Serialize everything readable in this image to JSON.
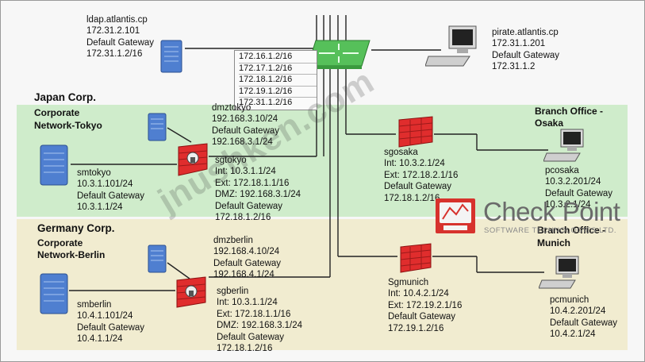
{
  "colors": {
    "tokyo_band": "#cfeccb",
    "berlin_band": "#f1ecd0",
    "router": "#56c05a",
    "firewall": "#e02d2d",
    "server": "#4f7fd0",
    "wire": "#222222",
    "brand_red": "#d7322d"
  },
  "ldap": {
    "name": "ldap.atlantis.cp",
    "ip": "172.31.2.101",
    "gw_label": "Default Gateway",
    "gw": "172.31.1.2/16"
  },
  "pirate": {
    "name": "pirate.atlantis.cp",
    "ip": "172.31.1.201",
    "gw_label": "Default Gateway",
    "gw": "172.31.1.2"
  },
  "routes": [
    "172.16.1.2/16",
    "172.17.1.2/16",
    "172.18.1.2/16",
    "172.19.1.2/16",
    "172.31.1.2/16"
  ],
  "japan": {
    "title": "Japan Corp.",
    "sub1": "Corporate",
    "sub2": "Network-Tokyo"
  },
  "dmztokyo": {
    "name": "dmztokyo",
    "ip": "192.168.3.10/24",
    "gw_label": "Default Gateway",
    "gw": "192.168.3.1/24"
  },
  "smtokyo": {
    "name": "smtokyo",
    "ip": "10.3.1.101/24",
    "gw_label": "Default Gateway",
    "gw": "10.3.1.1/24"
  },
  "sgtokyo": {
    "name": "sgtokyo",
    "int": "Int: 10.3.1.1/24",
    "ext": "Ext: 172.18.1.1/16",
    "dmz": "DMZ: 192.168.3.1/24",
    "gw_label": "Default Gateway",
    "gw": "172.18.1.2/16"
  },
  "osaka": {
    "title1": "Branch Office -",
    "title2": "Osaka"
  },
  "sgosaka": {
    "name": "sgosaka",
    "int": "Int: 10.3.2.1/24",
    "ext": "Ext: 172.18.2.1/16",
    "gw_label": "Default Gateway",
    "gw": "172.18.1.2/16"
  },
  "pcosaka": {
    "name": "pcosaka",
    "ip": "10.3.2.201/24",
    "gw_label": "Default Gateway",
    "gw": "10.3.2.1/24"
  },
  "germany": {
    "title": "Germany Corp.",
    "sub1": "Corporate",
    "sub2": "Network-Berlin"
  },
  "dmzberlin": {
    "name": "dmzberlin",
    "ip": "192.168.4.10/24",
    "gw_label": "Default Gateway",
    "gw": "192.168.4.1/24"
  },
  "smberlin": {
    "name": "smberlin",
    "ip": "10.4.1.101/24",
    "gw_label": "Default Gateway",
    "gw": "10.4.1.1/24"
  },
  "sgberlin": {
    "name": "sgberlin",
    "int": "Int: 10.3.1.1/24",
    "ext": "Ext: 172.18.1.1/16",
    "dmz": "DMZ: 192.168.3.1/24",
    "gw_label": "Default Gateway",
    "gw": "172.18.1.2/16"
  },
  "munich": {
    "title1": "Branch Office -",
    "title2": "Munich"
  },
  "sgmunich": {
    "name": "Sgmunich",
    "int": "Int: 10.4.2.1/24",
    "ext": "Ext: 172.19.2.1/16",
    "gw_label": "Default Gateway",
    "gw": "172.19.1.2/16"
  },
  "pcmunich": {
    "name": "pcmunich",
    "ip": "10.4.2.201/24",
    "gw_label": "Default Gateway",
    "gw": "10.4.2.1/24"
  },
  "brand": {
    "name": "Check Point",
    "tagline": "SOFTWARE TECHNOLOGIES LTD."
  },
  "watermark": "jnushken.com"
}
